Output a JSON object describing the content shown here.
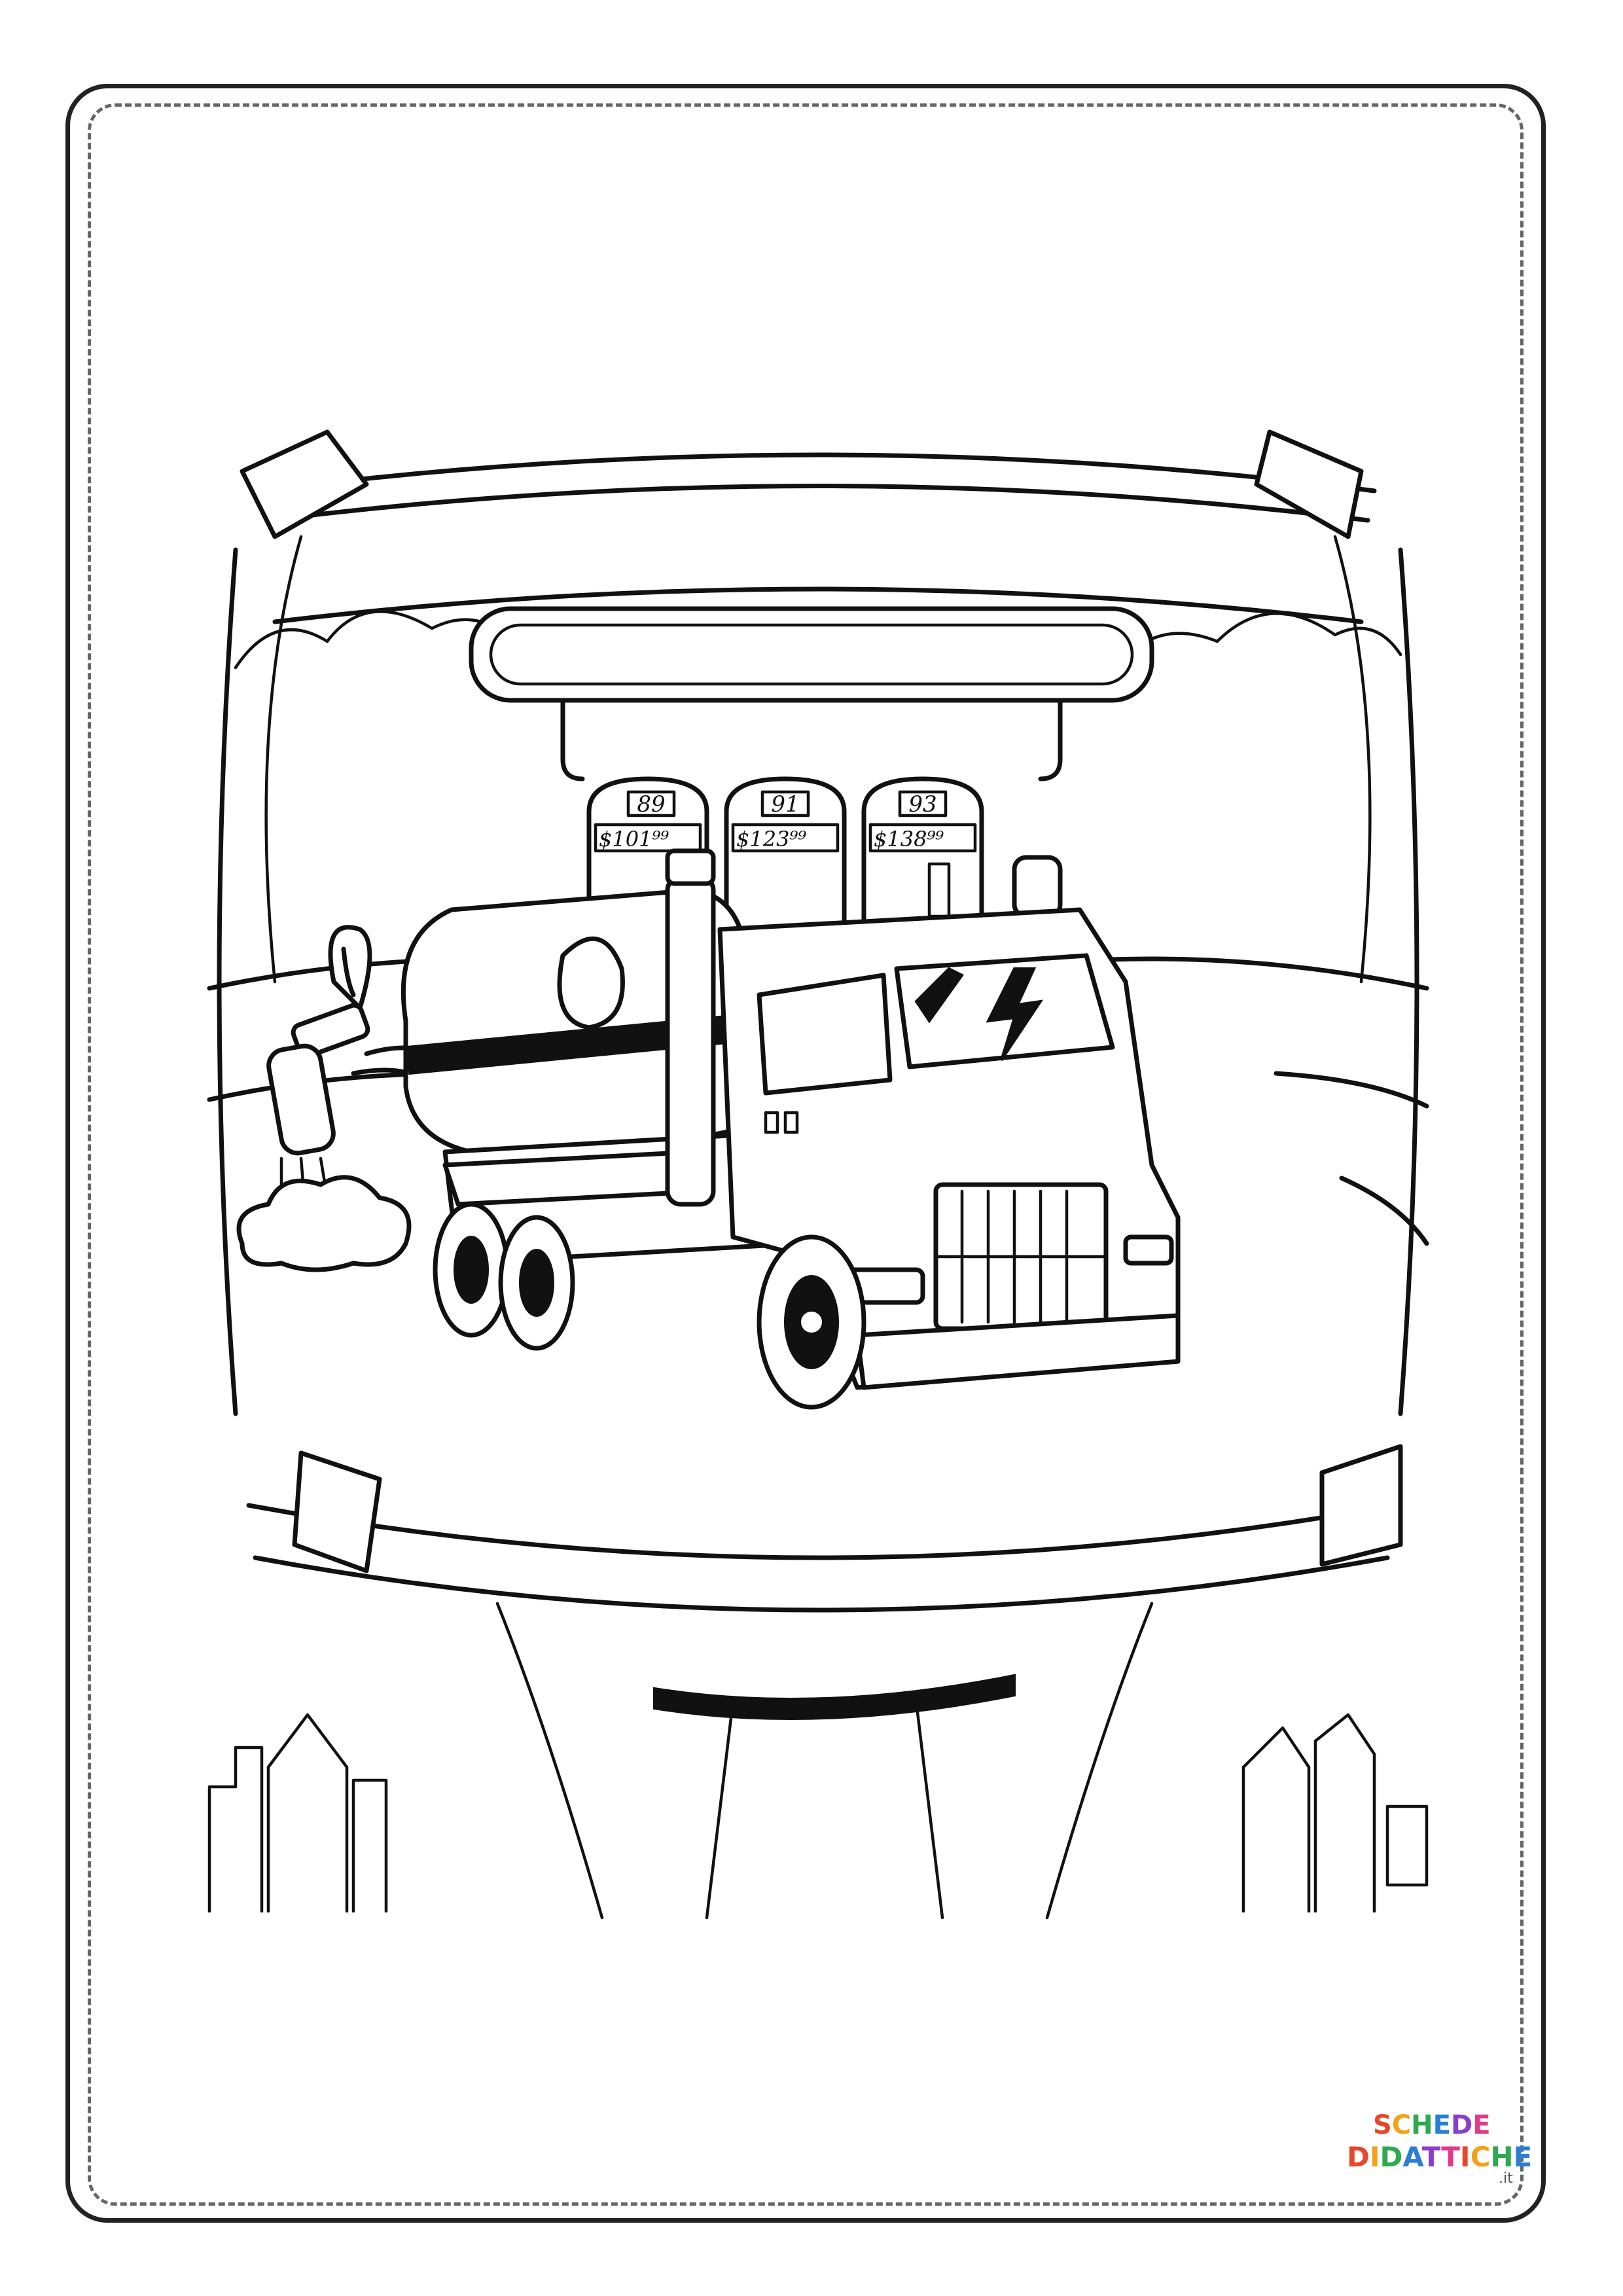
{
  "pumps": [
    {
      "octane": "89",
      "price": "$101⁹⁹"
    },
    {
      "octane": "91",
      "price": "$123⁹⁹"
    },
    {
      "octane": "93",
      "price": "$138⁹⁹"
    }
  ],
  "logo": {
    "line1": "SCHEDE",
    "line2": "DIDATTICHE",
    "suffix": ".it",
    "colors": [
      "#e8462a",
      "#f3a21b",
      "#2fa84f",
      "#2a7fd4",
      "#8a3fc7",
      "#e23a8b"
    ]
  },
  "icons": {
    "truck": "tanker-truck-icon",
    "fuel_nozzle": "fuel-nozzle-icon",
    "lightning": "lightning-bolt-icon"
  }
}
